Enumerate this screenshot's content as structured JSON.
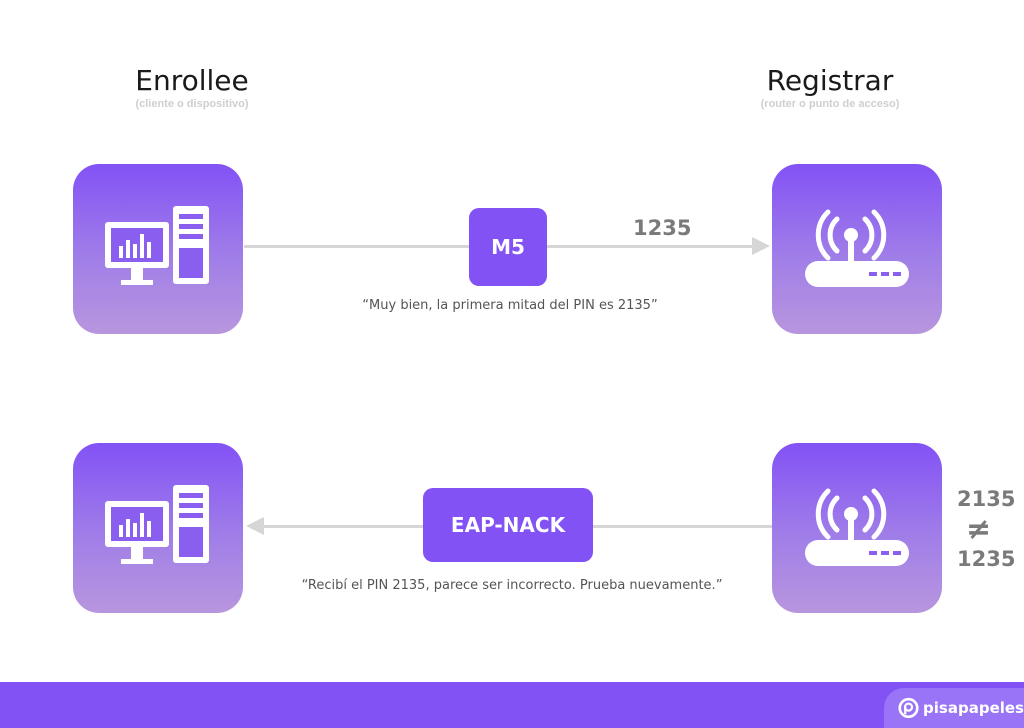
{
  "enrollee": {
    "title": "Enrollee",
    "subtitle": "(cliente o dispositivo)"
  },
  "registrar": {
    "title": "Registrar",
    "subtitle": "(router o punto de acceso)"
  },
  "top_flow": {
    "message": "M5",
    "pin_value": "1235",
    "caption": "“Muy bien, la primera mitad del PIN es 2135”"
  },
  "bottom_flow": {
    "message": "EAP-NACK",
    "caption": "“Recibí el PIN 2135, parece ser incorrecto. Prueba nuevamente.”",
    "comparison": {
      "top": "2135",
      "symbol": "≠",
      "bottom": "1235"
    }
  },
  "logo": {
    "text": "pisapapeles"
  },
  "icons": {
    "computer": "computer-icon",
    "router": "router-icon"
  },
  "colors": {
    "accent": "#8352f5",
    "arrow": "#d6d6d6",
    "value": "#7a7a7a"
  }
}
